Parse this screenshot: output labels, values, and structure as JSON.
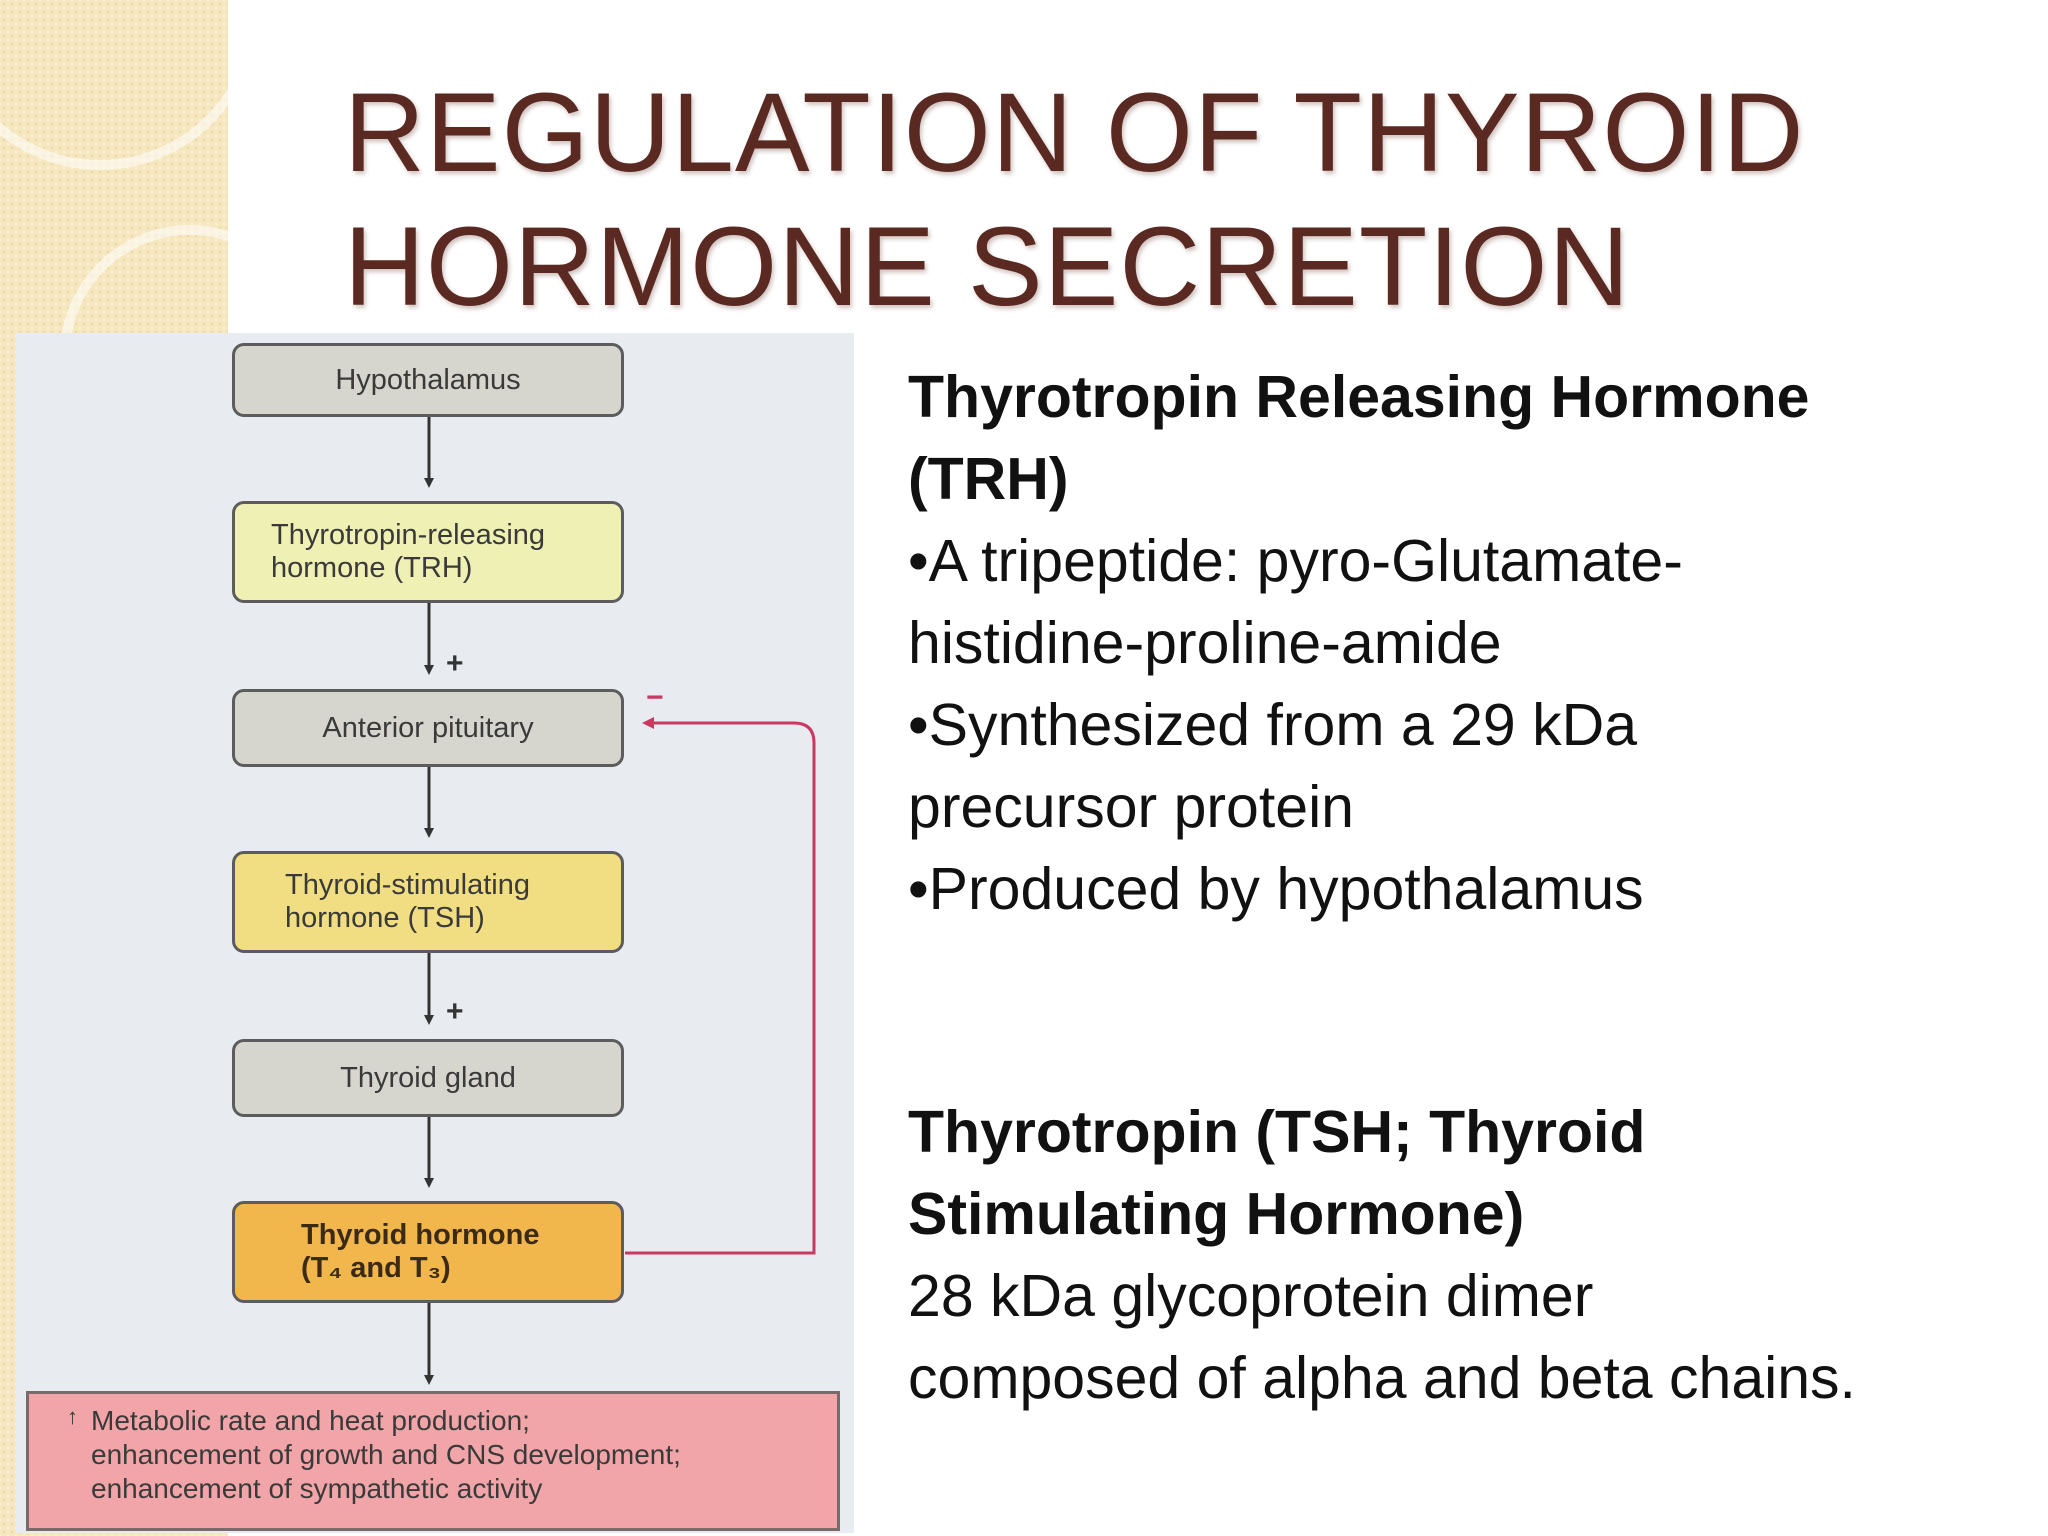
{
  "slide": {
    "title_lines": [
      "REGULATION OF THYROID",
      "HORMONE SECRETION"
    ]
  },
  "diagram": {
    "boxes": {
      "hypothalamus": [
        "Hypothalamus"
      ],
      "trh": [
        "Thyrotropin-releasing",
        "hormone (TRH)"
      ],
      "anterior_pituitary": [
        "Anterior pituitary"
      ],
      "tsh": [
        "Thyroid-stimulating",
        "hormone (TSH)"
      ],
      "thyroid_gland": [
        "Thyroid gland"
      ],
      "thyroid_hormone": [
        "Thyroid hormone",
        "(T₄ and T₃)"
      ]
    },
    "stimulation_sign": "+",
    "inhibition_sign": "−",
    "effects_marker": "↑",
    "effects_lines": [
      "Metabolic rate and heat production;",
      "enhancement of growth and CNS development;",
      "enhancement of sympathetic activity"
    ],
    "colors": {
      "background": "#e8ecf0",
      "gray_box": "#d6d6cf",
      "pale_box": "#eef0b4",
      "yellow_box": "#f1dd82",
      "orange_box": "#f2b74c",
      "effects_box": "#f1a5a8",
      "feedback_line": "#c83a62"
    }
  },
  "info": {
    "trh": {
      "heading_lines": [
        "Thyrotropin Releasing Hormone",
        "(TRH)"
      ],
      "body_lines": [
        "•A tripeptide: pyro-Glutamate-",
        "histidine-proline-amide",
        "•Synthesized from a 29 kDa",
        "precursor protein",
        "•Produced by hypothalamus"
      ]
    },
    "tsh": {
      "heading_lines": [
        "Thyrotropin (TSH; Thyroid",
        "Stimulating Hormone)"
      ],
      "body_lines": [
        "28 kDa glycoprotein dimer",
        "composed of alpha and beta chains."
      ]
    }
  },
  "theme": {
    "title_color": "#5a2a22",
    "border_color": "#f6e7bf"
  }
}
